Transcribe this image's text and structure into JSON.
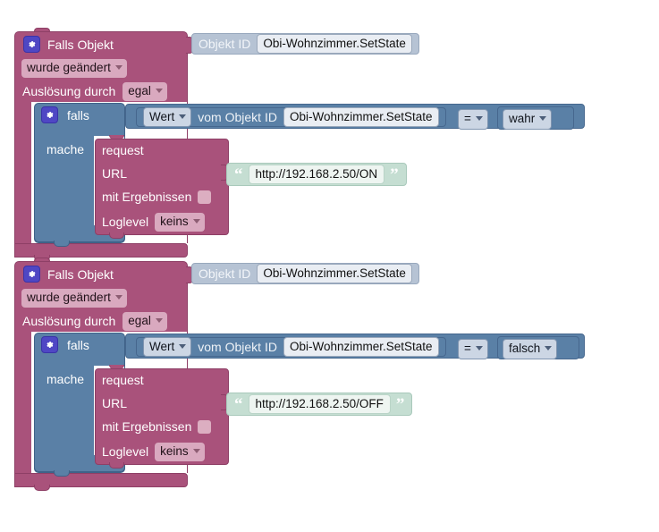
{
  "workspace": {
    "name": "ioBroker Blockly Skript-Arbeitsfläche",
    "grid": "dot-grid"
  },
  "colors": {
    "event_block": "#a9527b",
    "control_block": "#5a80a6",
    "object_block": "#b6c3d4",
    "text_block": "#c5ded2",
    "gear_icon": "#4f47c4",
    "canvas": "#ffffff",
    "grid_dot": "#d7d7d7"
  },
  "scripts": [
    {
      "id": "script-on",
      "event": {
        "icon": "gear-icon",
        "title": "Falls Objekt",
        "objekt_id_label": "Objekt ID",
        "objekt_id_value": "Obi-Wohnzimmer.SetState",
        "change_type": "wurde geändert",
        "trigger_label": "Auslösung durch",
        "trigger_value": "egal"
      },
      "if": {
        "icon": "gear-icon",
        "title": "falls",
        "do_label": "mache",
        "condition": {
          "left_field": "Wert",
          "middle_label": "vom Objekt ID",
          "object_id": "Obi-Wohnzimmer.SetState",
          "operator": "=",
          "right_value": "wahr"
        }
      },
      "request": {
        "title": "request",
        "url_label": "URL",
        "url_value": "http://192.168.2.50/ON",
        "with_results_label": "mit Ergebnissen",
        "with_results_checked": false,
        "loglevel_label": "Loglevel",
        "loglevel_value": "keins"
      }
    },
    {
      "id": "script-off",
      "event": {
        "icon": "gear-icon",
        "title": "Falls Objekt",
        "objekt_id_label": "Objekt ID",
        "objekt_id_value": "Obi-Wohnzimmer.SetState",
        "change_type": "wurde geändert",
        "trigger_label": "Auslösung durch",
        "trigger_value": "egal"
      },
      "if": {
        "icon": "gear-icon",
        "title": "falls",
        "do_label": "mache",
        "condition": {
          "left_field": "Wert",
          "middle_label": "vom Objekt ID",
          "object_id": "Obi-Wohnzimmer.SetState",
          "operator": "=",
          "right_value": "falsch"
        }
      },
      "request": {
        "title": "request",
        "url_label": "URL",
        "url_value": "http://192.168.2.50/OFF",
        "with_results_label": "mit Ergebnissen",
        "with_results_checked": false,
        "loglevel_label": "Loglevel",
        "loglevel_value": "keins"
      }
    }
  ]
}
